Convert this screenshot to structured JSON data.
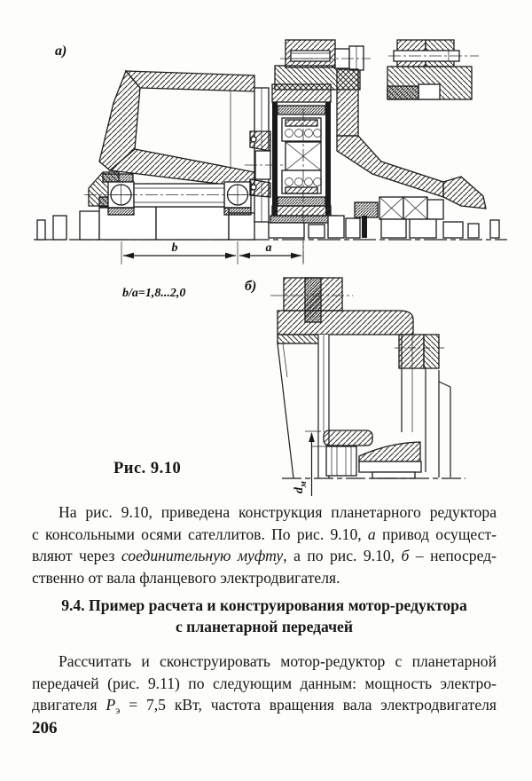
{
  "figure": {
    "label_a": "а)",
    "label_b": "б)",
    "dim_b_label": "b",
    "dim_a_label": "a",
    "ratio_label": "b/a=1,8...2,0",
    "dm_label_base": "d",
    "dm_label_sub": "м",
    "caption": "Рис. 9.10"
  },
  "paragraph1": {
    "l1": "На  рис. 9.10, приведена конструкция планетарного редуктора",
    "l2a": "с консольными осями сателлитов. По  рис. 9.10, ",
    "l2b": "а",
    "l2c": " привод осущест-",
    "l3a": "вляют через ",
    "l3b": "соединительную муфту",
    "l3c": ", а по рис. 9.10, ",
    "l3d": "б",
    "l3e": " – непосред-",
    "l4": "ственно от вала фланцевого электродвигателя."
  },
  "heading": {
    "line1": "9.4. Пример расчета и конструирования мотор-редуктора",
    "line2": "с планетарной передачей"
  },
  "paragraph2": {
    "l1": "Рассчитать и сконструировать мотор-редуктор с планетарной",
    "l2": "передачей (рис. 9.11) по следующим данным: мощность электро-",
    "l3a": "двигателя ",
    "l3b": "Р",
    "l3c": "э",
    "l3d": " = 7,5 кВт, частота вращения вала электродвигателя"
  },
  "page": {
    "number": "206"
  }
}
